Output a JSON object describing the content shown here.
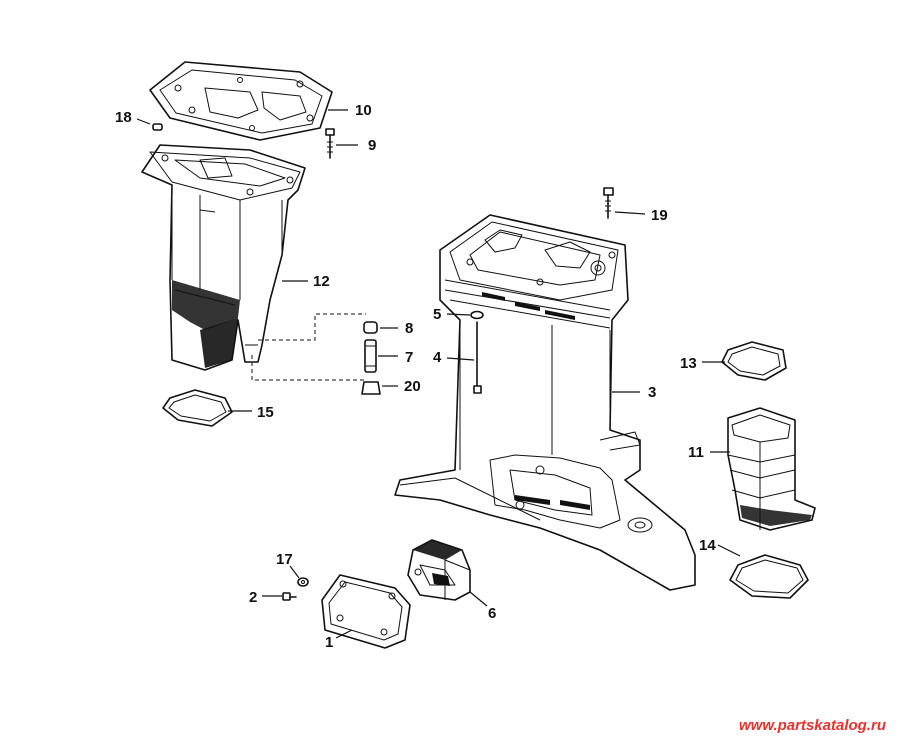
{
  "labels": {
    "p1": "1",
    "p2": "2",
    "p3": "3",
    "p4": "4",
    "p5": "5",
    "p6": "6",
    "p7": "7",
    "p8": "8",
    "p9": "9",
    "p10": "10",
    "p11": "11",
    "p12": "12",
    "p13": "13",
    "p14": "14",
    "p15": "15",
    "p17": "17",
    "p18": "18",
    "p19": "19",
    "p20": "20"
  },
  "watermark": "www.partskatalog.ru",
  "colors": {
    "ink": "#111111",
    "watermark": "#e8322b",
    "background": "#ffffff"
  }
}
